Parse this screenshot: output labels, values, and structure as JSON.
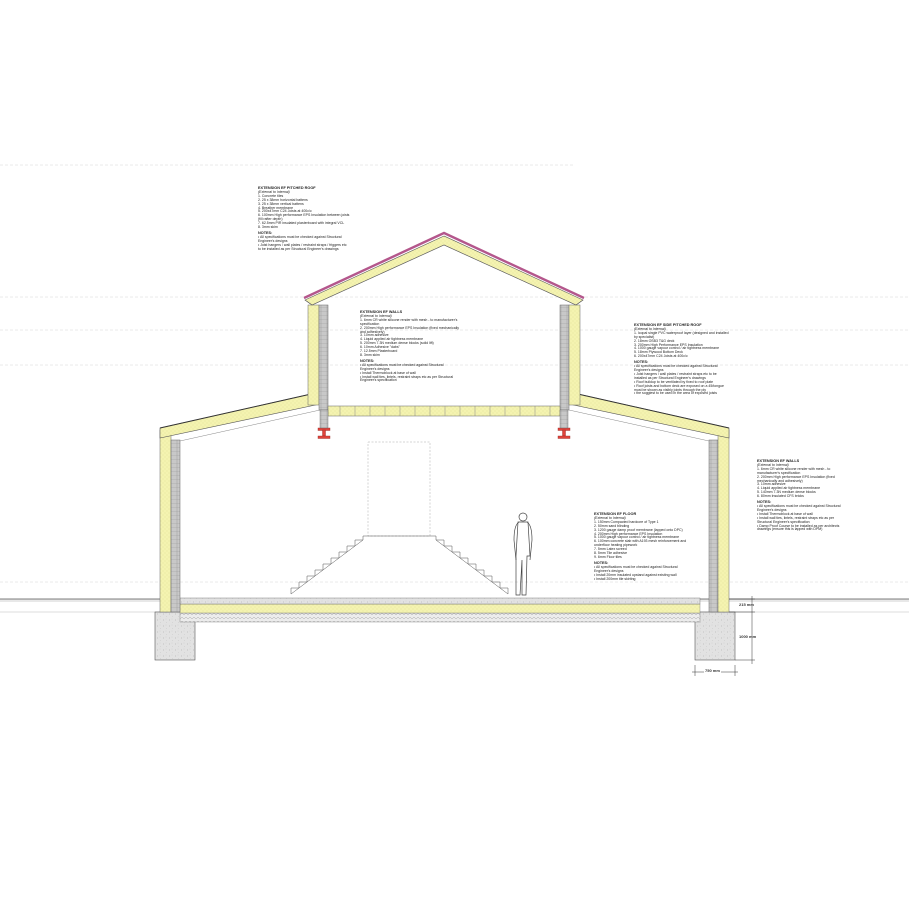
{
  "notes": {
    "pitched_roof": {
      "title": "EXTENSION EF PITCHED ROOF",
      "subtitle": "(External to Internal)",
      "lines": [
        "1.   Concrete tiles",
        "2.   25 x 38mm horizontal battens",
        "3.   25 x 38mm vertical battens",
        "4.   Breather membrane",
        "5.   200x47mm C24 Joists at 400c/c",
        "6.   100mm High performance EPS Insulation between joists",
        "      (fill rafter depth)",
        "7.   62.5mm PIR insulated plasterboard with integral VCL",
        "8.   3mm skim"
      ],
      "notes_title": "NOTES:",
      "notes": [
        "•     All specifications must be checked against Structural",
        "       Engineer's designs",
        "•     Joist hangers / wall plates / restraint straps / friggers etc",
        "       to be installed as per Structural Engineer's drawings"
      ]
    },
    "walls_upper": {
      "title": "EXTENSION EF WALLS",
      "subtitle": "(External to Internal)",
      "lines": [
        "1.   6mm CR white silicone render with mesh - to manufacturer's",
        "       specification",
        "2.   200mm High performance EPS Insulation (fixed mechanically",
        "       and adhesively)",
        "3.   10mm adhesive",
        "4.   Liquid applied air tightness membrane",
        "5.   200mm 7.3N medium dense blocks (solid lift)",
        "6.   10mm Adhesive \"dabs\"",
        "7.   12.5mm Plasterboard",
        "8.   3mm skim"
      ],
      "notes_title": "NOTES:",
      "notes": [
        "•     All specifications must be checked against Structural",
        "       Engineer's designs",
        "•     Install Thermoblock at base of wall",
        "•     Install wall ties, lintels, restraint straps etc as per Structural",
        "       Engineer's specification"
      ]
    },
    "side_roof": {
      "title": "EXTENSION EF SIDE PITCHED ROOF",
      "subtitle": "(External to Internal)",
      "lines": [
        "1.   Icopal single PVC waterproof layer (designed and installed",
        "       by specialist)",
        "2.   18mm OSB3 T&G deck",
        "3.   200mm High Performance EPS Insulation",
        "4.   1000 gauge vapour control / air tightness membrane",
        "5.   18mm Plywood Bottom Deck",
        "6.   200x47mm C24 Joists at 400c/c"
      ],
      "notes_title": "NOTES:",
      "notes": [
        "•     All specifications must be checked against Structural",
        "       Engineer's designs",
        "•     Joist hangers / wall plates / restraint straps etc to be",
        "       installed as per Structural Engineer's drawings",
        "•     Roof buildup to be ventilated by fixed to roof plate",
        "•     Roof joists and bottom deck are exposed on a 45/tongue",
        "       must be shown as visibly joints through the ply",
        "•     the soggiest to be used in the area of exposed joists"
      ]
    },
    "walls_right": {
      "title": "EXTENSION EF WALLS",
      "subtitle": "(External to Internal)",
      "lines": [
        "1.   6mm CR white silicone render with mesh - to",
        "       manufacturer's specification",
        "2.   200mm High performance EPS Insulation (fixed",
        "       mechanically and adhesively)",
        "3.   10mm adhesive",
        "4.   Liquid applied air tightness membrane",
        "5.   140mm 7.3N medium dense blocks",
        "6.   80mm Insulated CFS bricks"
      ],
      "notes_title": "NOTES:",
      "notes": [
        "•     All specifications must be checked against Structural",
        "       Engineer's designs",
        "•     Install Thermoblock at base of wall",
        "•     Install wall ties, lintels, restraint straps etc as per",
        "       Structural Engineer's specification",
        "•     Damp Proof Course to be installed as per architects",
        "       drawings (ensure this is lapped with DPM)"
      ]
    },
    "floor": {
      "title": "EXTENSION EF FLOOR",
      "subtitle": "(External to Internal)",
      "lines": [
        "1.   150mm Compacted hardcore of Type 1",
        "2.   50mm sand blinding",
        "3.   1200 gauge damp proof membrane (lapped onto DPC)",
        "4.   200mm High performance EPS Insulation",
        "5.   1000 gauge vapour control / air tightness membrane",
        "6.   100mm concrete slab with A193 mesh reinforcement and",
        "       underfloor heating pipework",
        "7.   5mm Latex screed",
        "8.   5mm Tile adhesive",
        "9.   6mm Floor tiles"
      ],
      "notes_title": "NOTES:",
      "notes": [
        "•     All specifications must be checked against Structural",
        "       Engineer's designs",
        "•     Install 20mm insulated upstand against existing wall",
        "•     Install 200mm tile skirting"
      ]
    }
  },
  "dimensions": {
    "upstand": "215 mm",
    "foundation_depth": "1000 mm",
    "foundation_width": "750 mm"
  },
  "colors": {
    "insulation": "#f4f3b0",
    "roof_tiles": "#b4578c",
    "blocks": "#bdbdbd",
    "steel": "#e0443c",
    "concrete": "#dedede",
    "line": "#444444"
  }
}
